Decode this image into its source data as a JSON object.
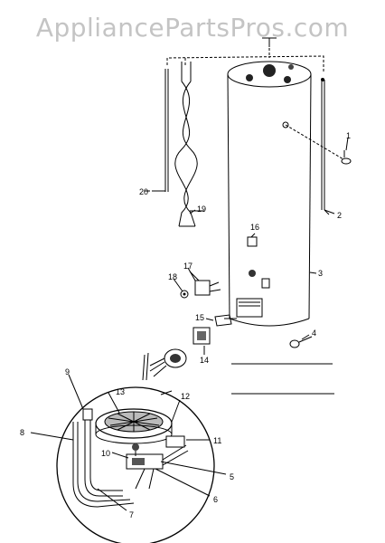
{
  "watermark": "AppliancePartsPros.com",
  "callouts": [
    {
      "id": "1",
      "text": "1"
    },
    {
      "id": "2",
      "text": "2"
    },
    {
      "id": "3",
      "text": "3"
    },
    {
      "id": "4",
      "text": "4"
    },
    {
      "id": "5",
      "text": "5"
    },
    {
      "id": "6",
      "text": "6"
    },
    {
      "id": "7",
      "text": "7"
    },
    {
      "id": "8",
      "text": "8"
    },
    {
      "id": "9",
      "text": "9"
    },
    {
      "id": "10",
      "text": "10"
    },
    {
      "id": "11",
      "text": "11"
    },
    {
      "id": "12",
      "text": "12"
    },
    {
      "id": "13",
      "text": "13"
    },
    {
      "id": "14",
      "text": "14"
    },
    {
      "id": "15",
      "text": "15"
    },
    {
      "id": "16",
      "text": "16"
    },
    {
      "id": "17",
      "text": "17"
    },
    {
      "id": "18",
      "text": "18"
    },
    {
      "id": "19",
      "text": "19"
    },
    {
      "id": "20",
      "text": "20"
    }
  ]
}
